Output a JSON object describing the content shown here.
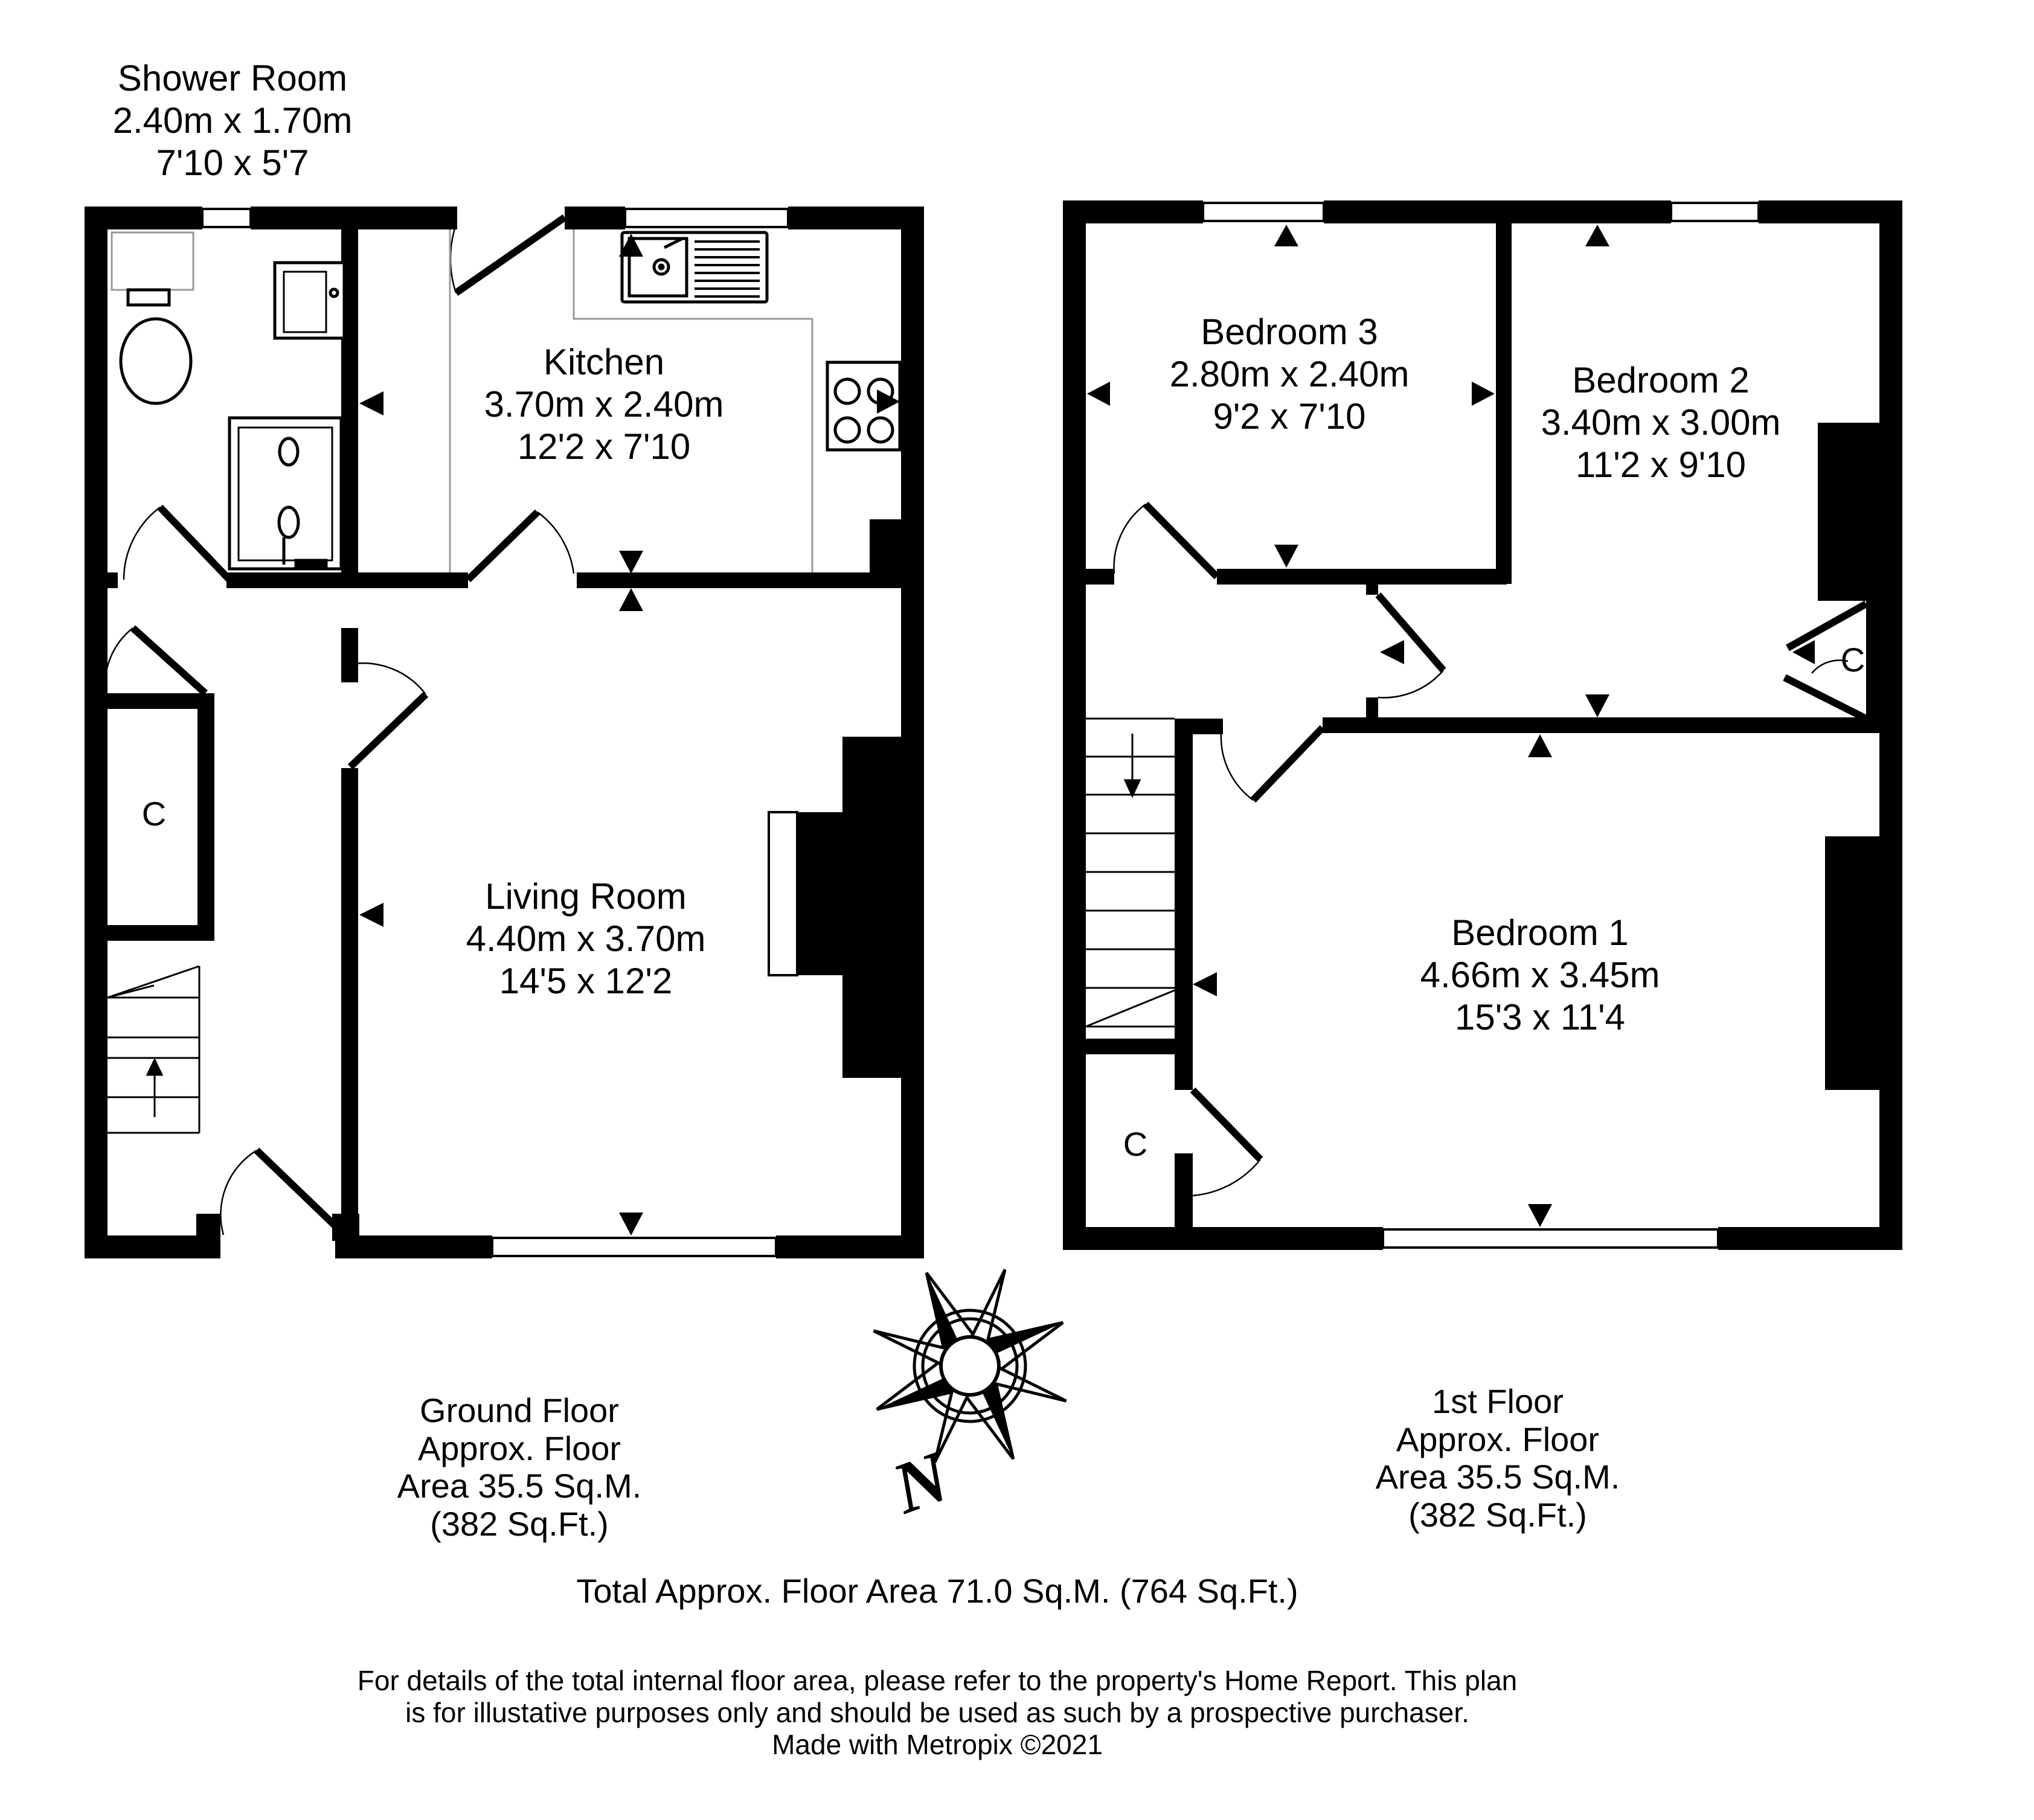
{
  "ground_floor": {
    "rooms": [
      {
        "name": "Shower Room",
        "metric": "2.40m x 1.70m",
        "imperial": "7'10 x 5'7"
      },
      {
        "name": "Kitchen",
        "metric": "3.70m x 2.40m",
        "imperial": "12'2 x 7'10"
      },
      {
        "name": "Living Room",
        "metric": "4.40m x 3.70m",
        "imperial": "14'5 x 12'2"
      }
    ],
    "closet_label": "C",
    "area_lines": [
      "Ground Floor",
      "Approx. Floor",
      "Area 35.5 Sq.M.",
      "(382 Sq.Ft.)"
    ]
  },
  "first_floor": {
    "rooms": [
      {
        "name": "Bedroom 3",
        "metric": "2.80m x 2.40m",
        "imperial": "9'2 x 7'10"
      },
      {
        "name": "Bedroom 2",
        "metric": "3.40m x 3.00m",
        "imperial": "11'2 x 9'10"
      },
      {
        "name": "Bedroom 1",
        "metric": "4.66m x 3.45m",
        "imperial": "15'3 x 11'4"
      }
    ],
    "closet_labels": [
      "C",
      "C"
    ],
    "area_lines": [
      "1st Floor",
      "Approx. Floor",
      "Area 35.5 Sq.M.",
      "(382 Sq.Ft.)"
    ]
  },
  "compass": {
    "north_label": "N"
  },
  "total_area": "Total Approx. Floor Area 71.0 Sq.M. (764 Sq.Ft.)",
  "disclaimer": [
    "For details of the total internal floor area, please refer to the property's Home Report. This plan",
    "is for illustative purposes only and should be used as such by a prospective purchaser.",
    "Made with Metropix ©2021"
  ]
}
